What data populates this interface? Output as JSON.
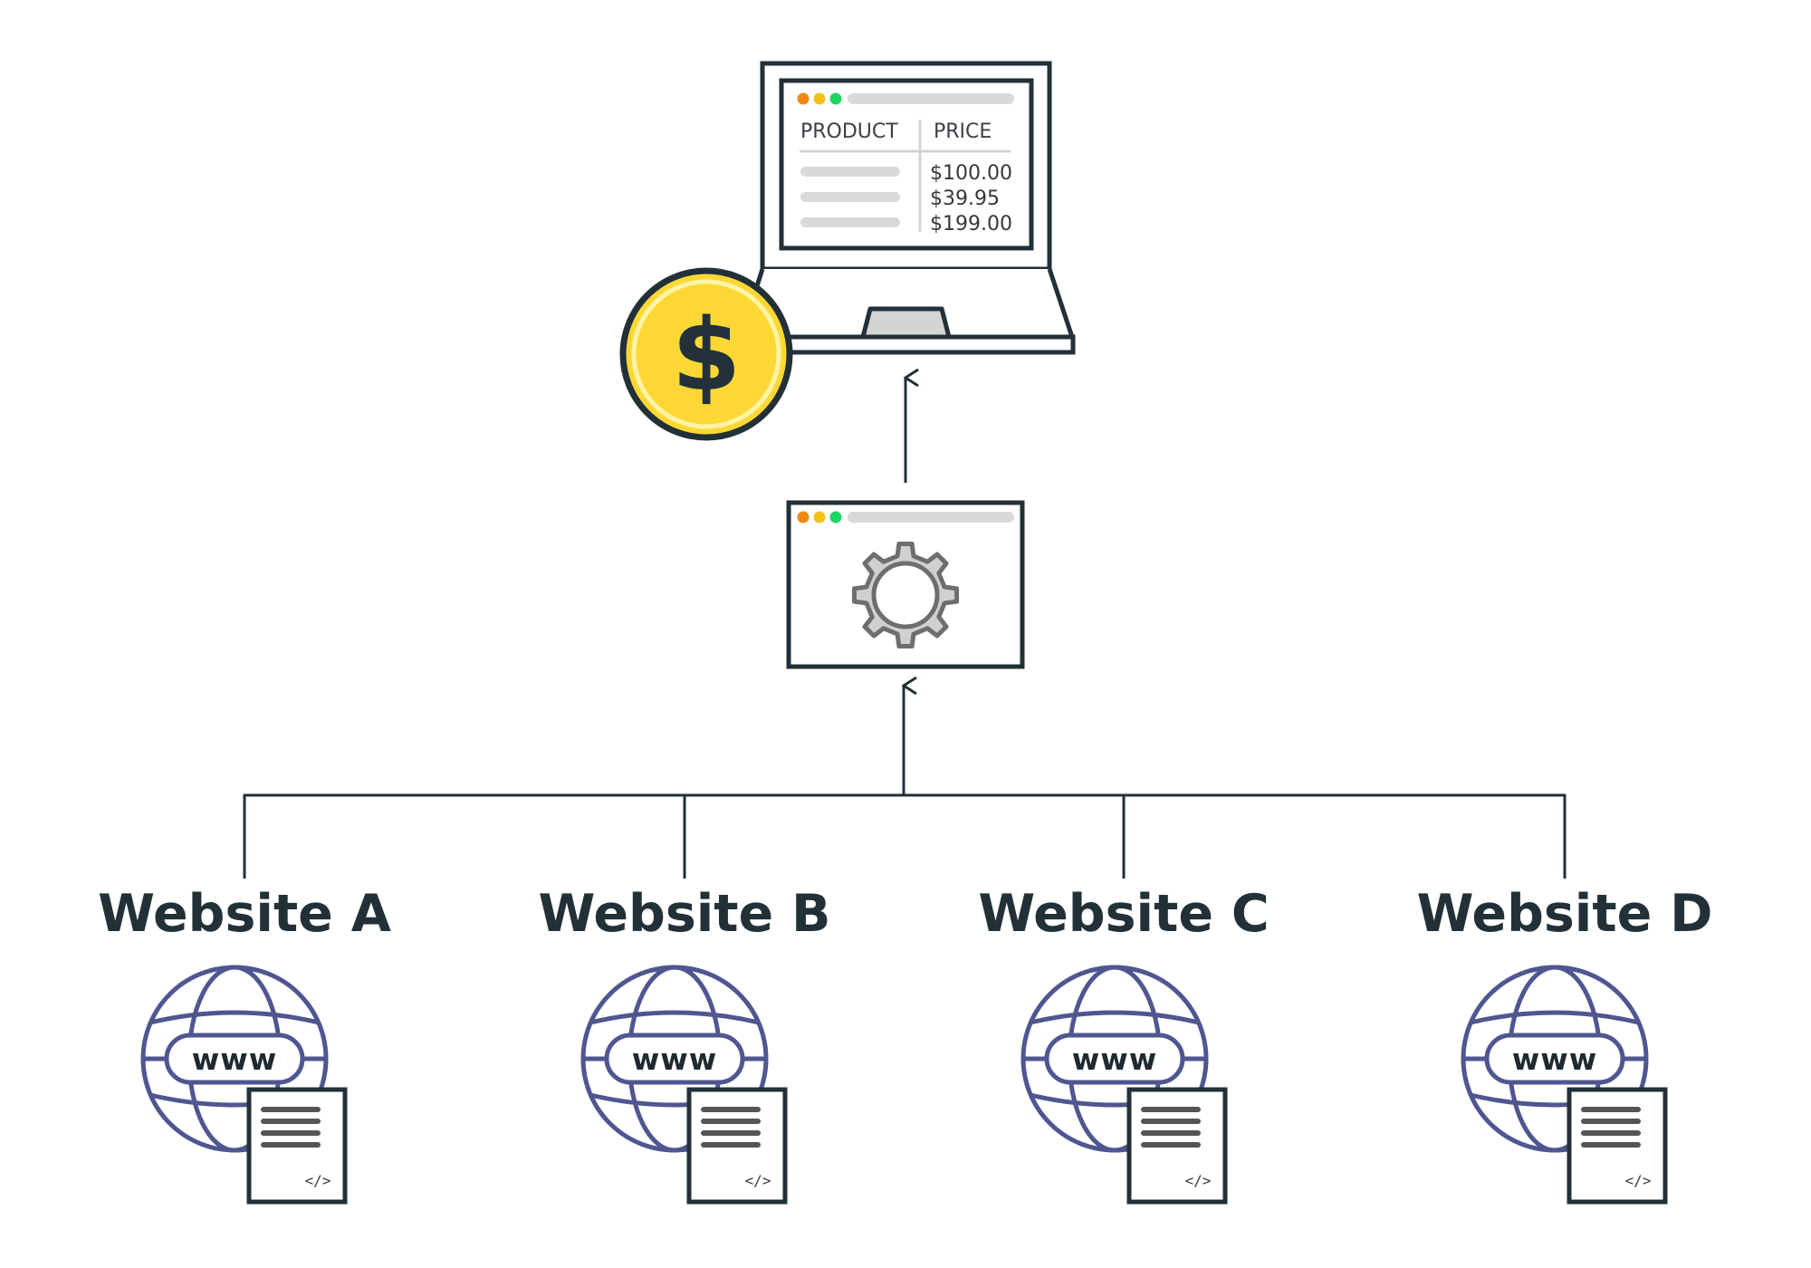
{
  "laptop": {
    "window_dots": [
      "#f08a12",
      "#f2c21b",
      "#1ed760"
    ],
    "table": {
      "header_product": "PRODUCT",
      "header_price": "PRICE",
      "prices": [
        "$100.00",
        "$39.95",
        "$199.00"
      ]
    }
  },
  "coin": {
    "symbol": "$",
    "color": "#fdd835",
    "icon": "dollar-coin-icon"
  },
  "processor": {
    "icon": "gear-icon",
    "window_dots": [
      "#f08a12",
      "#f2c21b",
      "#1ed760"
    ]
  },
  "websites": [
    {
      "label": "Website A",
      "badge": "www",
      "code": "</>"
    },
    {
      "label": "Website B",
      "badge": "www",
      "code": "</>"
    },
    {
      "label": "Website C",
      "badge": "www",
      "code": "</>"
    },
    {
      "label": "Website D",
      "badge": "www",
      "code": "</>"
    }
  ],
  "colors": {
    "outline": "#223038",
    "globe": "#4f5690",
    "gear": "#6e6e6e",
    "placeholder": "#d9d9d9"
  }
}
